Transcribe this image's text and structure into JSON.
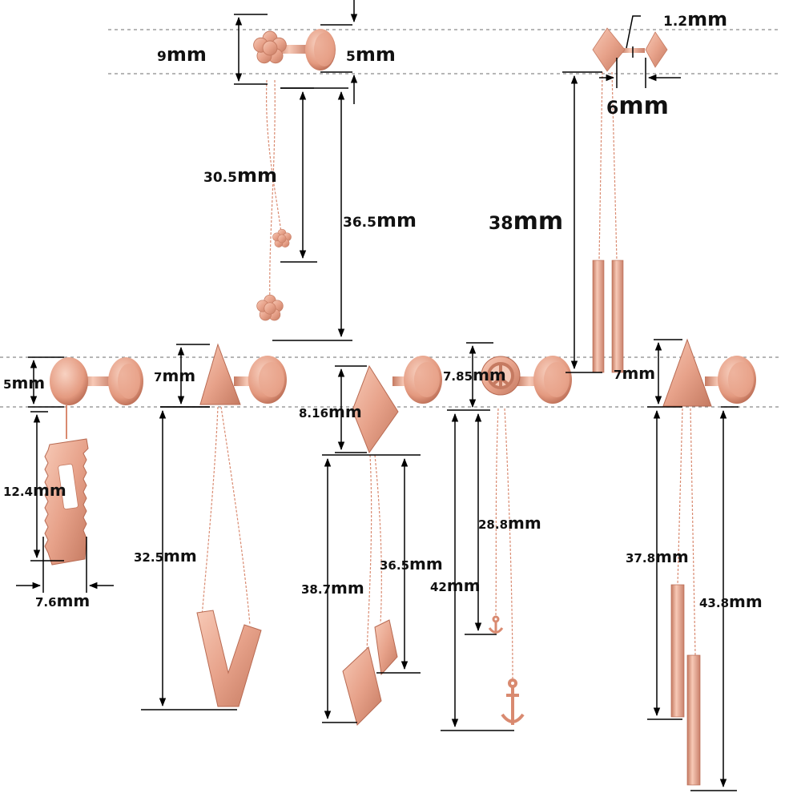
{
  "unit": "mm",
  "colors": {
    "rose_gold_light": "#f3b9a3",
    "rose_gold": "#e49a80",
    "rose_gold_dark": "#b86a52",
    "dimension_line": "#000000",
    "guide_line": "#8a8a8a"
  },
  "earrings": [
    {
      "name": "flower-earring",
      "charm_icon": "flower-icon",
      "dimensions": [
        {
          "value": "9",
          "unit": "mm"
        },
        {
          "value": "5",
          "unit": "mm"
        },
        {
          "value": "30.5",
          "unit": "mm"
        },
        {
          "value": "36.5",
          "unit": "mm"
        }
      ]
    },
    {
      "name": "rhombus-bar-earring",
      "charm_icon": "rhombus-icon",
      "dimensions": [
        {
          "value": "1.2",
          "unit": "mm"
        },
        {
          "value": "6",
          "unit": "mm"
        },
        {
          "value": "38",
          "unit": "mm"
        }
      ]
    },
    {
      "name": "razor-blade-earring",
      "charm_icon": "razor-blade-icon",
      "dimensions": [
        {
          "value": "5",
          "unit": "mm"
        },
        {
          "value": "12.4",
          "unit": "mm"
        },
        {
          "value": "7.6",
          "unit": "mm"
        }
      ]
    },
    {
      "name": "triangle-v-earring",
      "charm_icon": "triangle-icon",
      "dimensions": [
        {
          "value": "7",
          "unit": "mm"
        },
        {
          "value": "32.5",
          "unit": "mm"
        }
      ]
    },
    {
      "name": "double-rhombus-earring",
      "charm_icon": "rhombus-icon",
      "dimensions": [
        {
          "value": "8.16",
          "unit": "mm"
        },
        {
          "value": "38.7",
          "unit": "mm"
        },
        {
          "value": "36.5",
          "unit": "mm"
        }
      ]
    },
    {
      "name": "peace-anchor-earring",
      "charm_icon": "peace-sign-icon",
      "dimensions": [
        {
          "value": "7.85",
          "unit": "mm"
        },
        {
          "value": "28.8",
          "unit": "mm"
        },
        {
          "value": "42",
          "unit": "mm"
        }
      ]
    },
    {
      "name": "triangle-bar-earring",
      "charm_icon": "triangle-icon",
      "dimensions": [
        {
          "value": "7",
          "unit": "mm"
        },
        {
          "value": "37.8",
          "unit": "mm"
        },
        {
          "value": "43.8",
          "unit": "mm"
        }
      ]
    }
  ]
}
